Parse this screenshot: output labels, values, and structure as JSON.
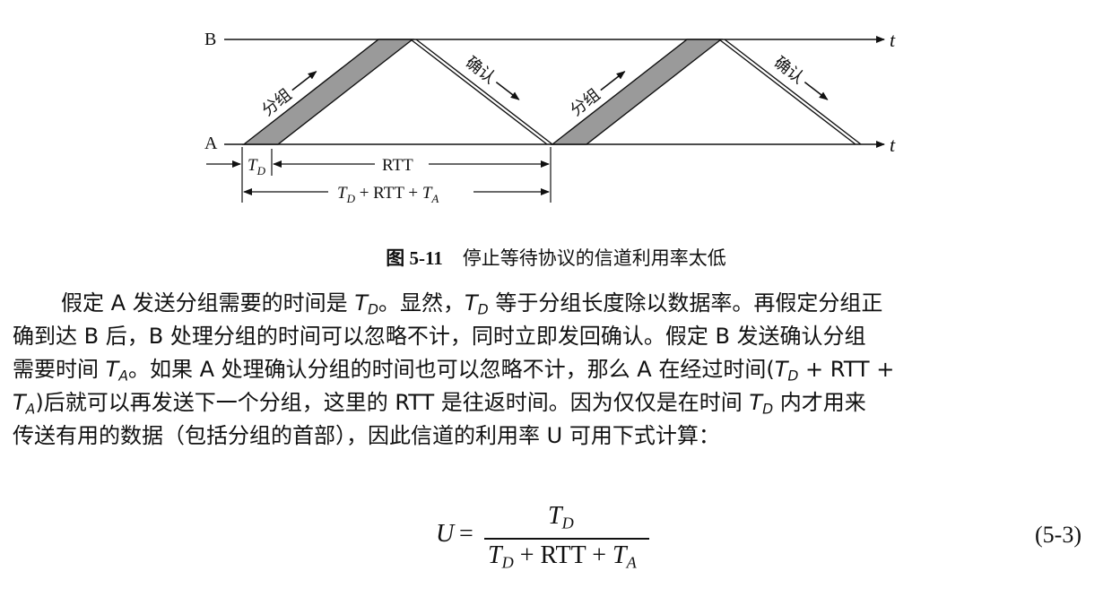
{
  "diagram": {
    "label_B": "B",
    "label_A": "A",
    "time_axis_label": "t",
    "packet_label": "分组",
    "ack_label": "确认",
    "td_label": "T",
    "td_sub": "D",
    "rtt_label": "RTT",
    "total_label": "T_D + RTT + T_A"
  },
  "caption": {
    "number": "图 5-11",
    "title": "停止等待协议的信道利用率太低"
  },
  "paragraph": {
    "lines": [
      "假定 A 发送分组需要的时间是 T_D。显然，T_D 等于分组长度除以数据率。再假定分组正",
      "确到达 B 后，B 处理分组的时间可以忽略不计，同时立即发回确认。假定 B 发送确认分组",
      "需要时间 T_A。如果 A 处理确认分组的时间也可以忽略不计，那么 A 在经过时间(T_D + RTT +",
      "T_A)后就可以再发送下一个分组，这里的 RTT 是往返时间。因为仅仅是在时间 T_D 内才用来",
      "传送有用的数据（包括分组的首部），因此信道的利用率 U 可用下式计算："
    ]
  },
  "equation": {
    "lhs": "U",
    "equals": "=",
    "numerator": "T_D",
    "denominator": "T_D + RTT + T_A",
    "number": "(5-3)"
  },
  "colors": {
    "packet_fill": "#9a9a9a",
    "ink": "#111111"
  }
}
